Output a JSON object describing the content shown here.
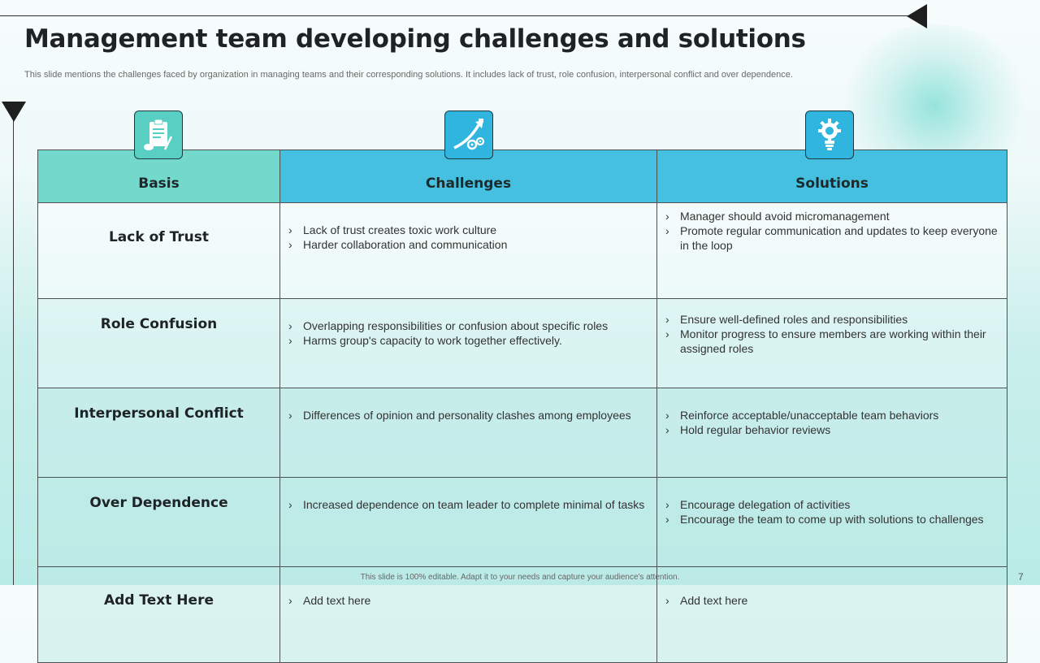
{
  "slide": {
    "title": "Management team developing challenges and solutions",
    "subtitle": "This slide mentions the challenges faced by organization in managing teams and their corresponding solutions. It includes lack of trust, role confusion, interpersonal conflict and over dependence.",
    "footer": "This slide is 100% editable.  Adapt it to your needs and capture your audience's attention.",
    "page_number": "7"
  },
  "icons": {
    "basis": "clipboard-icon",
    "challenges": "growth-arrow-gears-icon",
    "solutions": "lightbulb-gear-icon"
  },
  "colors": {
    "basis_header": "#73d9cd",
    "challenges_header": "#45c0e0",
    "solutions_header": "#45c0e0"
  },
  "table": {
    "headers": [
      "Basis",
      "Challenges",
      "Solutions"
    ],
    "rows": [
      {
        "basis": "Lack of Trust",
        "challenges": [
          "Lack of trust creates toxic work culture",
          "Harder collaboration and communication"
        ],
        "solutions": [
          "Manager should avoid micromanagement",
          "Promote regular communication and updates to keep everyone in the loop"
        ]
      },
      {
        "basis": "Role Confusion",
        "challenges": [
          "Overlapping responsibilities or confusion about specific roles",
          "Harms group's capacity to work together effectively."
        ],
        "solutions": [
          "Ensure well-defined roles and responsibilities",
          "Monitor progress to ensure members are working within their assigned roles"
        ]
      },
      {
        "basis": "Interpersonal Conflict",
        "challenges": [
          "Differences of opinion and personality clashes among employees"
        ],
        "solutions": [
          "Reinforce acceptable/unacceptable team behaviors",
          "Hold regular behavior reviews"
        ]
      },
      {
        "basis": "Over Dependence",
        "challenges": [
          "Increased dependence on team leader to complete minimal of tasks"
        ],
        "solutions": [
          "Encourage delegation of activities",
          "Encourage the team to come up with solutions to challenges"
        ]
      },
      {
        "basis": "Add Text Here",
        "challenges": [
          "Add text here"
        ],
        "solutions": [
          "Add text here"
        ]
      }
    ]
  }
}
